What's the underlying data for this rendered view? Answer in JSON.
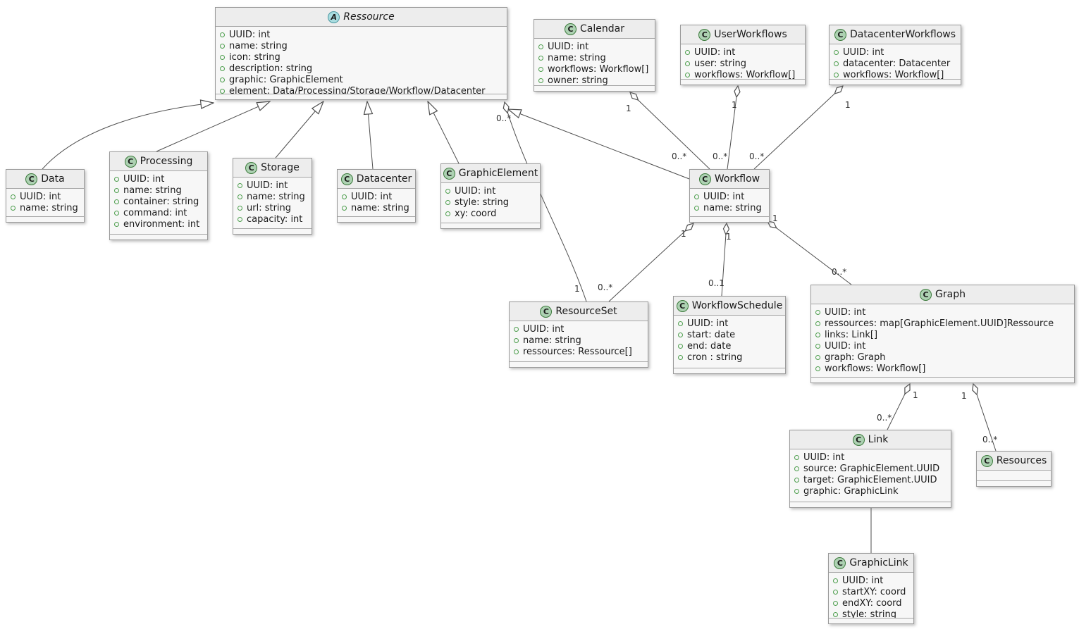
{
  "diagram": {
    "type": "uml-class-diagram",
    "classes": [
      {
        "id": "ressource",
        "icon": "A",
        "abstract": true,
        "name": "Ressource",
        "attributes": [
          "UUID: int",
          "name: string",
          "icon: string",
          "description: string",
          "graphic: GraphicElement",
          "element: Data/Processing/Storage/Workflow/Datacenter"
        ]
      },
      {
        "id": "calendar",
        "icon": "C",
        "abstract": false,
        "name": "Calendar",
        "attributes": [
          "UUID: int",
          "name: string",
          "workflows: Workflow[]",
          "owner: string"
        ]
      },
      {
        "id": "userworkflows",
        "icon": "C",
        "abstract": false,
        "name": "UserWorkflows",
        "attributes": [
          "UUID: int",
          "user: string",
          "workflows: Workflow[]"
        ]
      },
      {
        "id": "datacenterworkflows",
        "icon": "C",
        "abstract": false,
        "name": "DatacenterWorkflows",
        "attributes": [
          "UUID: int",
          "datacenter: Datacenter",
          "workflows: Workflow[]"
        ]
      },
      {
        "id": "data",
        "icon": "C",
        "abstract": false,
        "name": "Data",
        "attributes": [
          "UUID: int",
          "name: string"
        ]
      },
      {
        "id": "processing",
        "icon": "C",
        "abstract": false,
        "name": "Processing",
        "attributes": [
          "UUID: int",
          "name: string",
          "container: string",
          "command: int",
          "environment: int"
        ]
      },
      {
        "id": "storage",
        "icon": "C",
        "abstract": false,
        "name": "Storage",
        "attributes": [
          "UUID: int",
          "name: string",
          "url: string",
          "capacity: int"
        ]
      },
      {
        "id": "datacenter",
        "icon": "C",
        "abstract": false,
        "name": "Datacenter",
        "attributes": [
          "UUID: int",
          "name: string"
        ]
      },
      {
        "id": "graphicelement",
        "icon": "C",
        "abstract": false,
        "name": "GraphicElement",
        "attributes": [
          "UUID: int",
          "style: string",
          "xy: coord"
        ]
      },
      {
        "id": "workflow",
        "icon": "C",
        "abstract": false,
        "name": "Workflow",
        "attributes": [
          "UUID: int",
          "name: string"
        ]
      },
      {
        "id": "resourceset",
        "icon": "C",
        "abstract": false,
        "name": "ResourceSet",
        "attributes": [
          "UUID: int",
          "name: string",
          "ressources: Ressource[]"
        ]
      },
      {
        "id": "workflowschedule",
        "icon": "C",
        "abstract": false,
        "name": "WorkflowSchedule",
        "attributes": [
          "UUID: int",
          "start: date",
          "end: date",
          "cron : string"
        ]
      },
      {
        "id": "graph",
        "icon": "C",
        "abstract": false,
        "name": "Graph",
        "attributes": [
          "UUID: int",
          "ressources: map[GraphicElement.UUID]Ressource",
          "links: Link[]",
          "UUID: int",
          "graph: Graph",
          "workflows: Workflow[]"
        ]
      },
      {
        "id": "link",
        "icon": "C",
        "abstract": false,
        "name": "Link",
        "attributes": [
          "UUID: int",
          "source: GraphicElement.UUID",
          "target: GraphicElement.UUID",
          "graphic: GraphicLink"
        ]
      },
      {
        "id": "resources",
        "icon": "C",
        "abstract": false,
        "name": "Resources",
        "attributes": []
      },
      {
        "id": "graphiclink",
        "icon": "C",
        "abstract": false,
        "name": "GraphicLink",
        "attributes": [
          "UUID: int",
          "startXY: coord",
          "endXY: coord",
          "style: string"
        ]
      }
    ],
    "edges": [
      {
        "from": "Data",
        "to": "Ressource",
        "type": "generalization"
      },
      {
        "from": "Processing",
        "to": "Ressource",
        "type": "generalization"
      },
      {
        "from": "Storage",
        "to": "Ressource",
        "type": "generalization"
      },
      {
        "from": "Datacenter",
        "to": "Ressource",
        "type": "generalization"
      },
      {
        "from": "GraphicElement",
        "to": "Ressource",
        "type": "generalization"
      },
      {
        "from": "Workflow",
        "to": "Ressource",
        "type": "generalization"
      },
      {
        "from": "Calendar",
        "to": "Workflow",
        "type": "aggregation",
        "sourceLabel": "1",
        "targetLabel": "0..*"
      },
      {
        "from": "UserWorkflows",
        "to": "Workflow",
        "type": "aggregation",
        "sourceLabel": "1",
        "targetLabel": "0..*"
      },
      {
        "from": "DatacenterWorkflows",
        "to": "Workflow",
        "type": "aggregation",
        "sourceLabel": "1",
        "targetLabel": "0..*"
      },
      {
        "from": "Ressource",
        "to": "ResourceSet",
        "type": "aggregation",
        "sourceLabel": "0..*",
        "targetLabel": "1"
      },
      {
        "from": "Workflow",
        "to": "ResourceSet",
        "type": "aggregation",
        "sourceLabel": "1",
        "targetLabel": "0..*"
      },
      {
        "from": "Workflow",
        "to": "WorkflowSchedule",
        "type": "aggregation",
        "sourceLabel": "1",
        "targetLabel": "0..1"
      },
      {
        "from": "Workflow",
        "to": "Graph",
        "type": "aggregation",
        "sourceLabel": "1",
        "targetLabel": "0..*"
      },
      {
        "from": "Graph",
        "to": "Link",
        "type": "aggregation",
        "sourceLabel": "1",
        "targetLabel": "0..*"
      },
      {
        "from": "Graph",
        "to": "Resources",
        "type": "aggregation",
        "sourceLabel": "1",
        "targetLabel": "0..*"
      },
      {
        "from": "Link",
        "to": "GraphicLink",
        "type": "association"
      }
    ]
  }
}
